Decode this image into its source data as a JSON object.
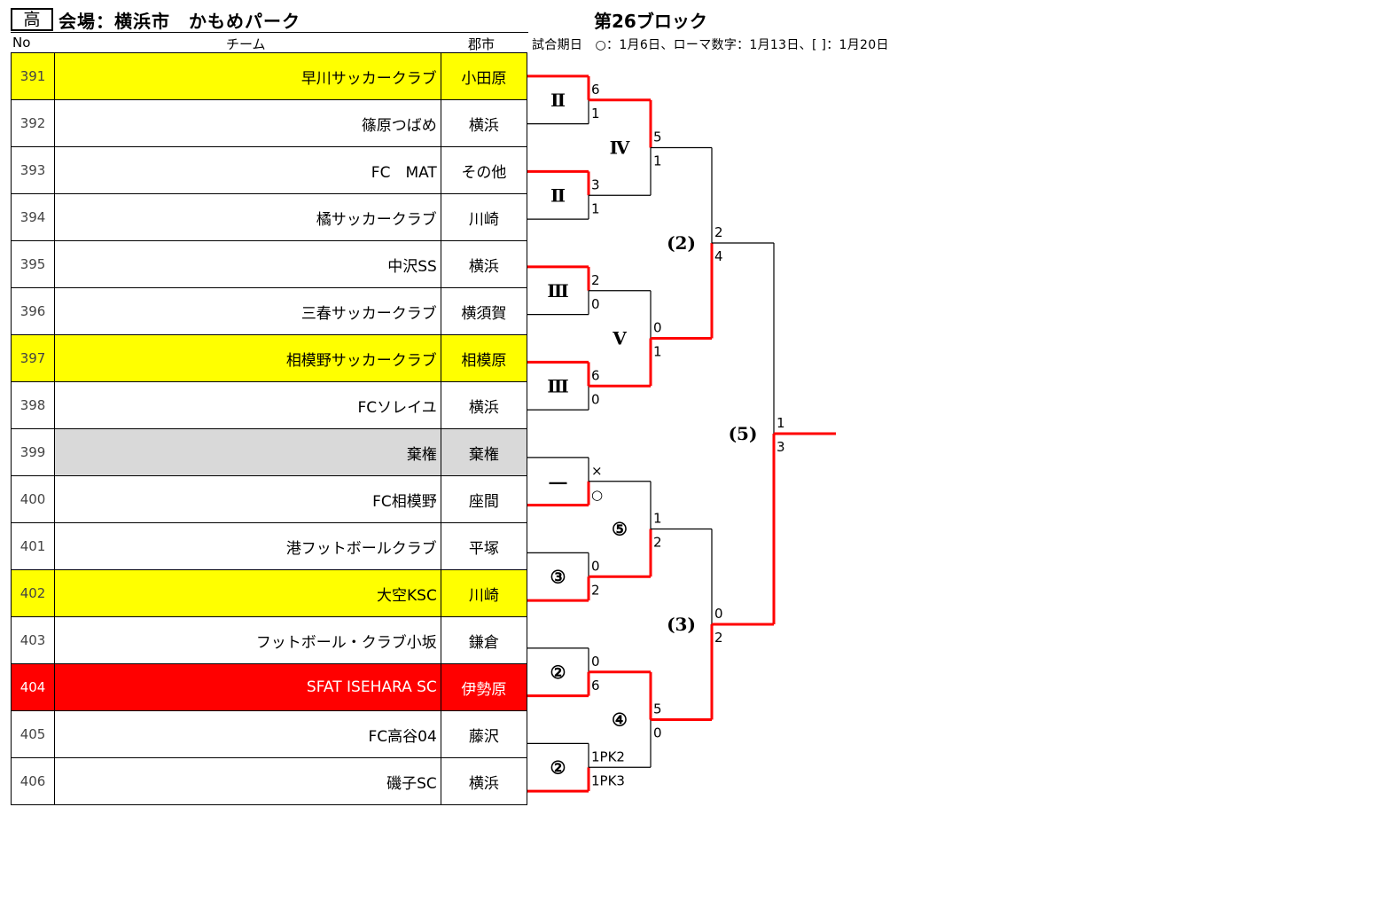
{
  "header": {
    "division": "高",
    "venue": "会場：横浜市　かもめパーク",
    "block": "第26ブロック",
    "schedule_note": "試合期日　○：1月6日、ローマ数字：1月13日、[ ]：1月20日",
    "col_no": "No",
    "col_team": "チーム",
    "col_city": "郡市"
  },
  "teams": [
    {
      "no": "391",
      "name": "早川サッカークラブ",
      "city": "小田原",
      "highlight": "yellow"
    },
    {
      "no": "392",
      "name": "篠原つばめ",
      "city": "横浜",
      "highlight": "none"
    },
    {
      "no": "393",
      "name": "FC　MAT",
      "city": "その他",
      "highlight": "none"
    },
    {
      "no": "394",
      "name": "橘サッカークラブ",
      "city": "川崎",
      "highlight": "none"
    },
    {
      "no": "395",
      "name": "中沢SS",
      "city": "横浜",
      "highlight": "none"
    },
    {
      "no": "396",
      "name": "三春サッカークラブ",
      "city": "横須賀",
      "highlight": "none"
    },
    {
      "no": "397",
      "name": "相模野サッカークラブ",
      "city": "相模原",
      "highlight": "yellow"
    },
    {
      "no": "398",
      "name": "FCソレイユ",
      "city": "横浜",
      "highlight": "none"
    },
    {
      "no": "399",
      "name": "棄権",
      "city": "棄権",
      "highlight": "gray"
    },
    {
      "no": "400",
      "name": "FC相模野",
      "city": "座間",
      "highlight": "none"
    },
    {
      "no": "401",
      "name": "港フットボールクラブ",
      "city": "平塚",
      "highlight": "none"
    },
    {
      "no": "402",
      "name": "大空KSC",
      "city": "川崎",
      "highlight": "yellow"
    },
    {
      "no": "403",
      "name": "フットボール・クラブ小坂",
      "city": "鎌倉",
      "highlight": "none"
    },
    {
      "no": "404",
      "name": "SFAT ISEHARA SC",
      "city": "伊勢原",
      "highlight": "red"
    },
    {
      "no": "405",
      "name": "FC高谷04",
      "city": "藤沢",
      "highlight": "none"
    },
    {
      "no": "406",
      "name": "磯子SC",
      "city": "横浜",
      "highlight": "none"
    }
  ],
  "bracket": {
    "round1": [
      {
        "label": "Ⅱ",
        "top_score": "6",
        "bottom_score": "1",
        "winner": "top"
      },
      {
        "label": "Ⅱ",
        "top_score": "3",
        "bottom_score": "1",
        "winner": "top"
      },
      {
        "label": "Ⅲ",
        "top_score": "2",
        "bottom_score": "0",
        "winner": "top"
      },
      {
        "label": "Ⅲ",
        "top_score": "6",
        "bottom_score": "0",
        "winner": "top"
      },
      {
        "label": "―",
        "top_score": "×",
        "bottom_score": "○",
        "winner": "bottom"
      },
      {
        "label": "③",
        "top_score": "0",
        "bottom_score": "2",
        "winner": "bottom"
      },
      {
        "label": "②",
        "top_score": "0",
        "bottom_score": "6",
        "winner": "bottom"
      },
      {
        "label": "②",
        "top_score": "1PK2",
        "bottom_score": "1PK3",
        "winner": "bottom"
      }
    ],
    "round2": [
      {
        "label": "Ⅳ",
        "top_score": "5",
        "bottom_score": "1",
        "winner": "top"
      },
      {
        "label": "Ⅴ",
        "top_score": "0",
        "bottom_score": "1",
        "winner": "bottom"
      },
      {
        "label": "⑤",
        "top_score": "1",
        "bottom_score": "2",
        "winner": "bottom"
      },
      {
        "label": "④",
        "top_score": "5",
        "bottom_score": "0",
        "winner": "top"
      }
    ],
    "round3": [
      {
        "label": "(2)",
        "top_score": "2",
        "bottom_score": "4",
        "winner": "bottom"
      },
      {
        "label": "(3)",
        "top_score": "0",
        "bottom_score": "2",
        "winner": "bottom"
      }
    ],
    "final": {
      "label": "(5)",
      "top_score": "1",
      "bottom_score": "3",
      "winner": "bottom"
    },
    "colors": {
      "winner_line": "#ff0000",
      "loser_line": "#000000"
    }
  }
}
